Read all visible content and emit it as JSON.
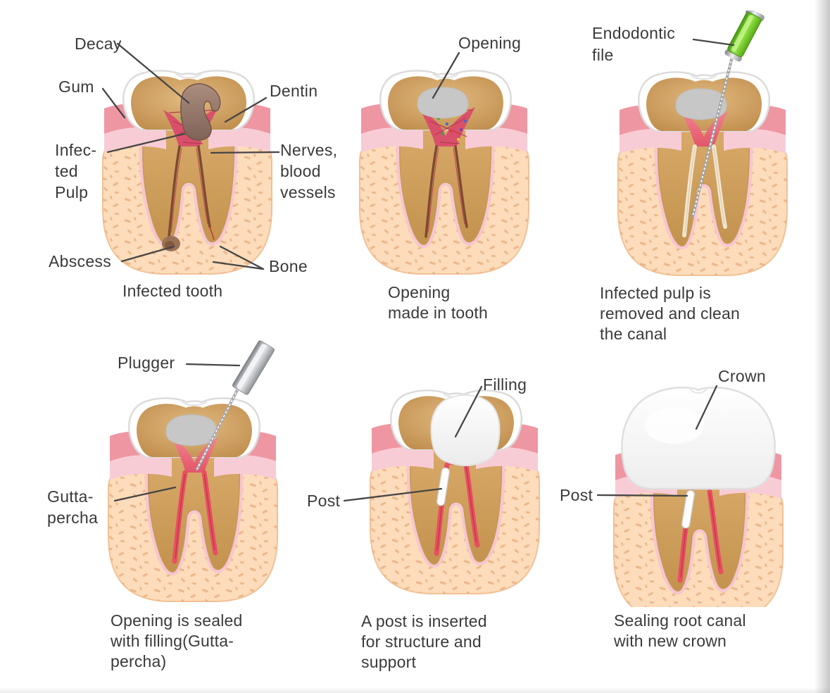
{
  "colors": {
    "background": "#ffffff",
    "text": "#3a3a3a",
    "leader_line": "#464646",
    "bone": "#fcdcba",
    "bone_speckle": "#e9b183",
    "gum_dark": "#ee96a2",
    "gum_light": "#f8ccd5",
    "enamel": "#ffffff",
    "dentin": "#d3a260",
    "pulp_infected": "#d9506a",
    "decay_brown": "#95786a",
    "opening_gray": "#c7c7c7",
    "gutta_percha": "#e84f61",
    "chamber_pink": "#ef7886",
    "file_handle_green": "#6fc52f",
    "metal": "#b9bcbe",
    "post_white": "#fdfdfd"
  },
  "panels": [
    {
      "name": "infected-tooth",
      "caption": "Infected tooth",
      "labels": {
        "decay": "Decay",
        "gum": "Gum",
        "dentin": "Dentin",
        "infected_pulp": "Infec-\nted\nPulp",
        "nerves": "Nerves,\nblood\nvessels",
        "abscess": "Abscess",
        "bone": "Bone"
      }
    },
    {
      "name": "opening-made-in-tooth",
      "caption": "Opening\nmade in tooth",
      "labels": {
        "opening": "Opening"
      }
    },
    {
      "name": "pulp-removed-canal-cleaned",
      "caption": "Infected pulp is\nremoved and clean\nthe canal",
      "labels": {
        "endodontic_file": "Endodontic\nfile"
      }
    },
    {
      "name": "opening-sealed-gutta-percha",
      "caption": "Opening is sealed\nwith filling(Gutta-\npercha)",
      "labels": {
        "plugger": "Plugger",
        "gutta_percha": "Gutta-\npercha"
      }
    },
    {
      "name": "post-inserted",
      "caption": "A post is inserted\nfor structure and\nsupport",
      "labels": {
        "filling": "Filling",
        "post": "Post"
      }
    },
    {
      "name": "sealing-with-crown",
      "caption": "Sealing root canal\nwith new crown",
      "labels": {
        "crown": "Crown",
        "post": "Post"
      }
    }
  ]
}
